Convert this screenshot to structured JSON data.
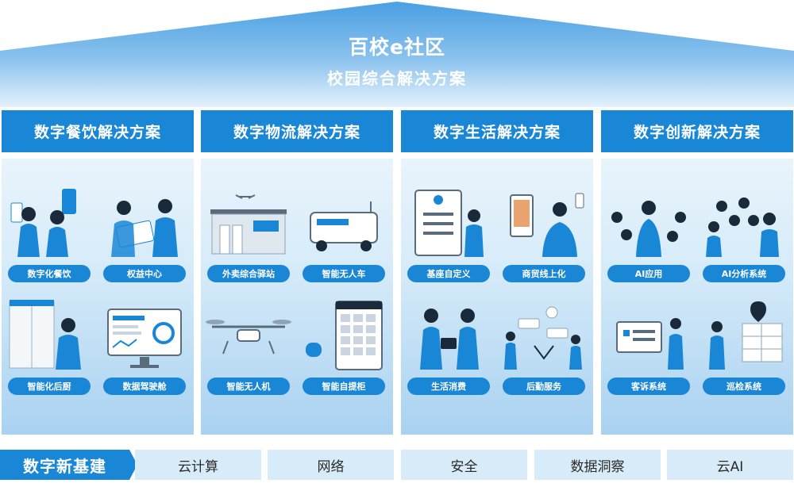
{
  "header": {
    "brand": "百校e社区",
    "subtitle": "校园综合解决方案"
  },
  "columns": [
    {
      "title": "数字餐饮解决方案",
      "items": [
        "数字化餐饮",
        "权益中心",
        "智能化后厨",
        "数据驾驶舱"
      ]
    },
    {
      "title": "数字物流解决方案",
      "items": [
        "外卖综合驿站",
        "智能无人车",
        "智能无人机",
        "智能自提柜"
      ]
    },
    {
      "title": "数字生活解决方案",
      "items": [
        "基座自定义",
        "商贸线上化",
        "生活消费",
        "后勤服务"
      ]
    },
    {
      "title": "数字创新解决方案",
      "items": [
        "AI应用",
        "AI分析系统",
        "客诉系统",
        "巡检系统"
      ]
    }
  ],
  "foundation": {
    "label": "数字新基建",
    "items": [
      "云计算",
      "网络",
      "安全",
      "数据洞察",
      "云AI"
    ]
  },
  "colors": {
    "accent": "#1a86d6",
    "light": "#d7ebf8",
    "roof_top": "#5aa9e6",
    "roof_bottom": "#e6f2fb"
  }
}
